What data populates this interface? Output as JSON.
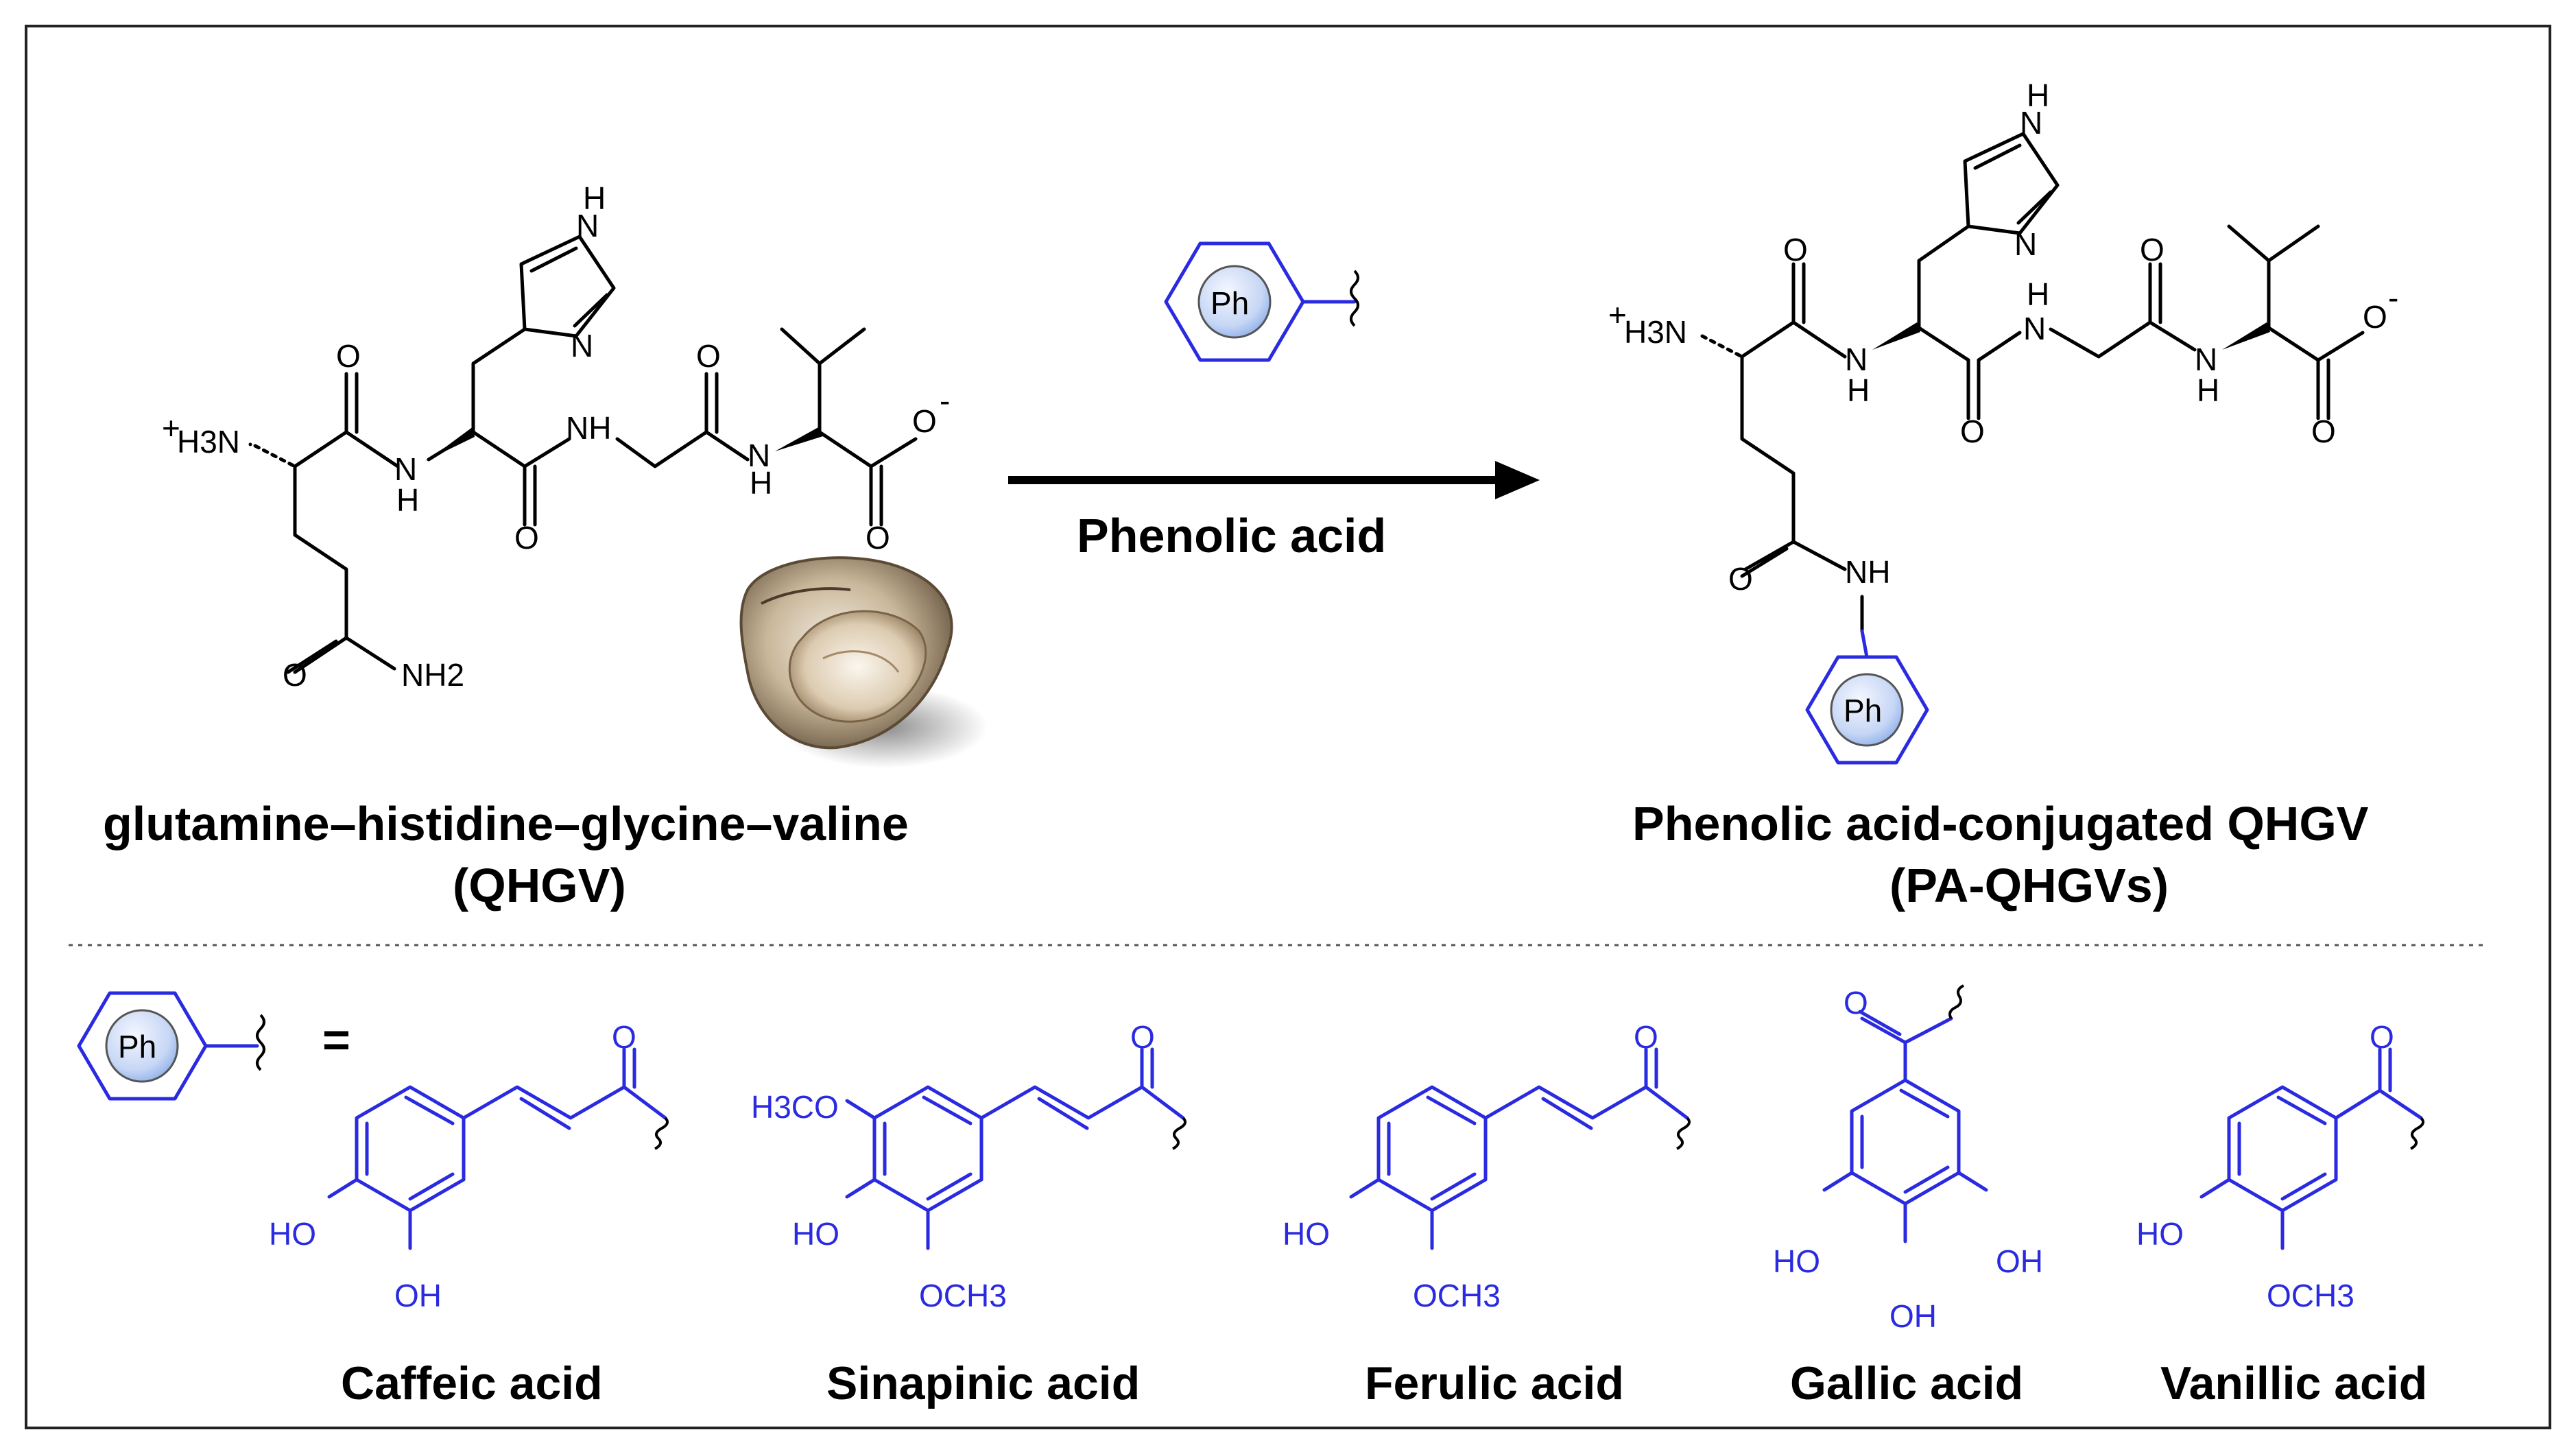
{
  "reactant": {
    "name_line1": "glutamine–histidine–glycine–valine",
    "name_line2": "(QHGV)"
  },
  "reagent": {
    "label": "Phenolic acid",
    "ph_symbol": "Ph"
  },
  "product": {
    "name_line1": "Phenolic acid-conjugated QHGV",
    "name_line2": "(PA-QHGVs)"
  },
  "legend": {
    "equals": "=",
    "ph_symbol": "Ph"
  },
  "atom_labels": {
    "H3N": "H3N",
    "plus": "+",
    "minus": "-",
    "O": "O",
    "H": "H",
    "N": "N",
    "NH": "NH",
    "NH2": "NH2",
    "HO": "HO",
    "OH": "OH",
    "H3CO": "H3CO",
    "OCH3": "OCH3"
  },
  "acids": [
    {
      "name": "Caffeic acid"
    },
    {
      "name": "Sinapinic acid"
    },
    {
      "name": "Ferulic acid"
    },
    {
      "name": "Gallic acid"
    },
    {
      "name": "Vanillic acid"
    }
  ],
  "colors": {
    "structure": "#000000",
    "phenolic": "#2a2ae0",
    "ph_fill_light": "#eef2ff",
    "ph_fill_dark": "#8fb0ea",
    "frame": "#222222"
  },
  "icons": [
    "oyster-image",
    "ph-ring-icon",
    "reaction-arrow"
  ]
}
